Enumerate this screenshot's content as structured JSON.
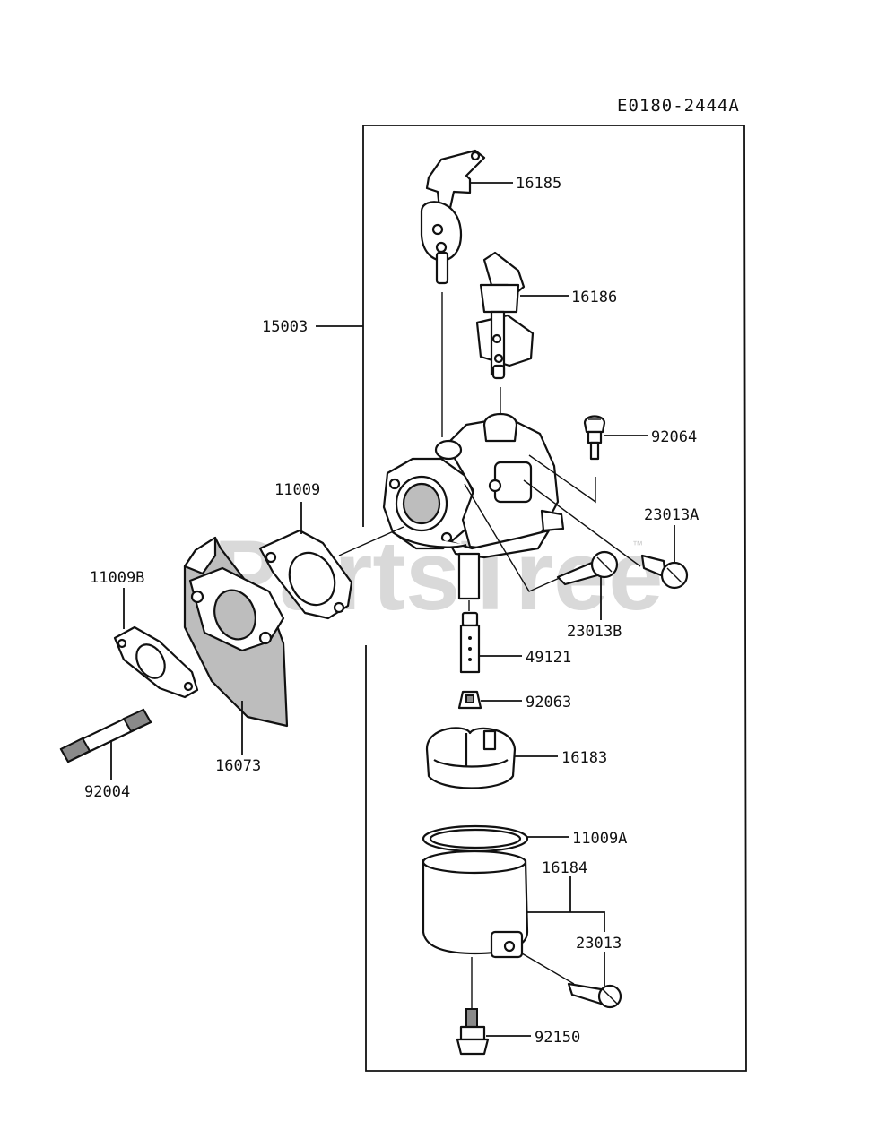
{
  "diagram_code": "E0180-2444A",
  "watermark": {
    "text": "PartsTree",
    "trademark": "™"
  },
  "callouts": [
    {
      "id": "16185",
      "label": "16185"
    },
    {
      "id": "16186",
      "label": "16186"
    },
    {
      "id": "15003",
      "label": "15003"
    },
    {
      "id": "92064",
      "label": "92064"
    },
    {
      "id": "11009",
      "label": "11009"
    },
    {
      "id": "23013A",
      "label": "23013A"
    },
    {
      "id": "11009B",
      "label": "11009B"
    },
    {
      "id": "23013B",
      "label": "23013B"
    },
    {
      "id": "49121",
      "label": "49121"
    },
    {
      "id": "92063",
      "label": "92063"
    },
    {
      "id": "16183",
      "label": "16183"
    },
    {
      "id": "16073",
      "label": "16073"
    },
    {
      "id": "92004",
      "label": "92004"
    },
    {
      "id": "11009A",
      "label": "11009A"
    },
    {
      "id": "16184",
      "label": "16184"
    },
    {
      "id": "23013",
      "label": "23013"
    },
    {
      "id": "92150",
      "label": "92150"
    }
  ]
}
